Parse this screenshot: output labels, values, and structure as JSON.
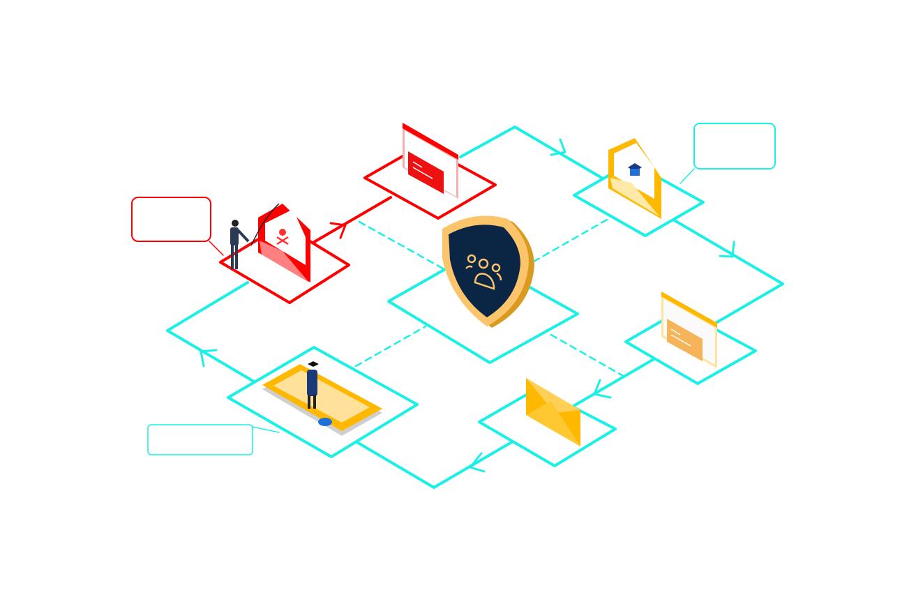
{
  "colors": {
    "flow_cyan": "#19f0e6",
    "threat_red": "#ff0000",
    "accent_yellow": "#ffb800",
    "light_yellow": "#ffdf8a",
    "shield_navy": "#0b2545",
    "shield_rim": "#fcc46b"
  },
  "nodes": [
    {
      "id": "phishing",
      "icon": "phishing-envelope-icon",
      "state": "threat"
    },
    {
      "id": "malicious-site",
      "icon": "malicious-browser-icon",
      "state": "threat"
    },
    {
      "id": "education-email",
      "icon": "graduation-envelope-icon",
      "state": "safe"
    },
    {
      "id": "safe-site",
      "icon": "browser-window-icon",
      "state": "safe"
    },
    {
      "id": "email",
      "icon": "envelope-icon",
      "state": "safe"
    },
    {
      "id": "training",
      "icon": "graduate-tablet-icon",
      "state": "safe"
    },
    {
      "id": "center",
      "icon": "shield-team-icon",
      "state": "hub"
    }
  ],
  "callouts": [
    {
      "id": "phishing-callout",
      "text": ""
    },
    {
      "id": "education-callout",
      "text": ""
    },
    {
      "id": "training-callout",
      "text": ""
    }
  ]
}
